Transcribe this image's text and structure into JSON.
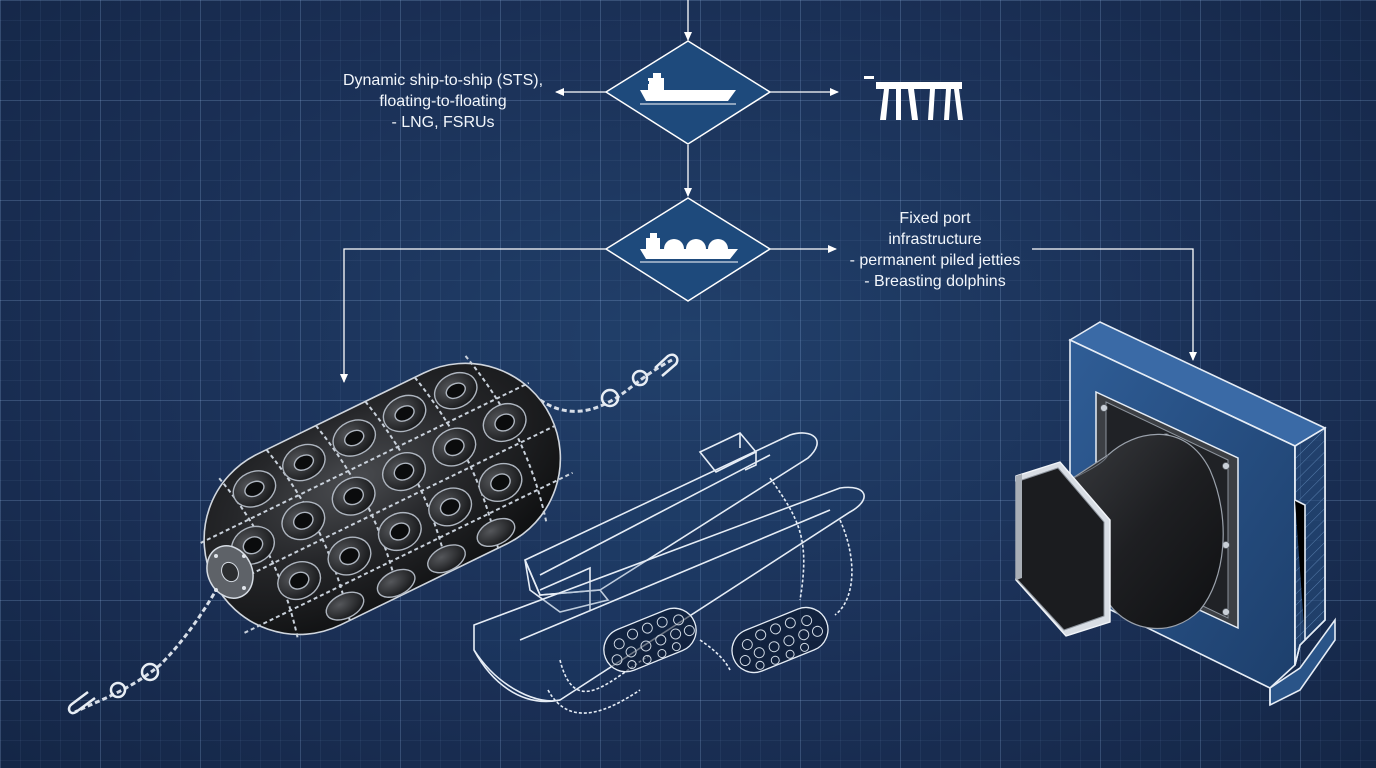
{
  "labels": {
    "sts": {
      "line1": "Dynamic ship-to-ship (STS),",
      "line2": "floating-to-floating",
      "line3": "- LNG, FSRUs"
    },
    "fixed": {
      "line1": "Fixed port",
      "line2": "infrastructure",
      "line3": "- permanent piled jetties",
      "line4": "- Breasting dolphins"
    }
  },
  "colors": {
    "background": "#1b3157",
    "line": "#ffffff",
    "diamond_fill": "#1e4a7c",
    "rubber": "#1c1d1f"
  },
  "icons": {
    "decision_top": "ship-icon",
    "decision_bottom": "lng-carrier-icon",
    "jetty": "jetty-icon"
  }
}
